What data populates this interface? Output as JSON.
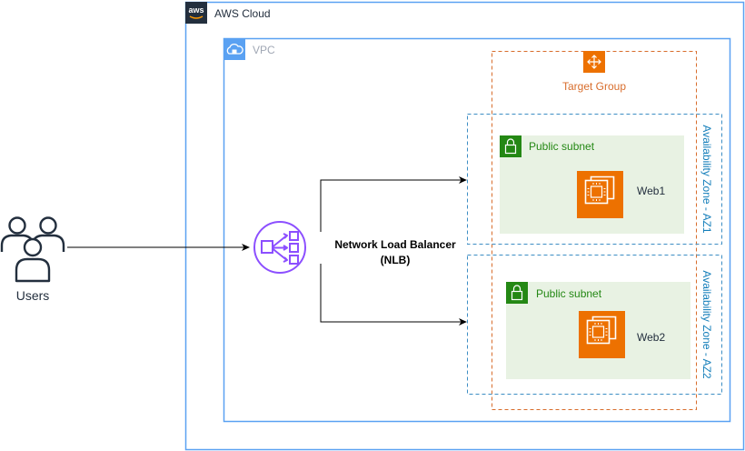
{
  "diagram": {
    "aws_cloud": {
      "label": "AWS Cloud",
      "icon": "aws-logo-icon"
    },
    "vpc": {
      "label": "VPC",
      "icon": "cloud-lock-icon"
    },
    "target_group": {
      "label": "Target Group",
      "icon": "target-group-icon"
    },
    "users": {
      "label": "Users",
      "icon": "users-icon"
    },
    "nlb": {
      "label_line1": "Network Load Balancer",
      "label_line2": "(NLB)",
      "icon": "network-load-balancer-icon"
    },
    "az1": {
      "label": "Availability Zone - AZ1"
    },
    "az2": {
      "label": "Availability Zone - AZ2"
    },
    "subnet1": {
      "label": "Public subnet",
      "icon": "padlock-icon"
    },
    "subnet2": {
      "label": "Public subnet",
      "icon": "padlock-icon"
    },
    "web1": {
      "label": "Web1",
      "icon": "ec2-instance-icon"
    },
    "web2": {
      "label": "Web2",
      "icon": "ec2-instance-icon"
    }
  },
  "colors": {
    "cloud_border": "#5aa1f2",
    "aws_badge": "#232f3e",
    "vpc_border": "#5aa1f2",
    "vpc_text": "#a0a7b4",
    "target_group_border": "#d86d2c",
    "target_group_text": "#d86d2c",
    "az_border": "#3d8ec4",
    "az_text": "#147eba",
    "subnet_fill": "#e8f2e3",
    "subnet_text": "#248814",
    "subnet_badge": "#248814",
    "ec2": "#ed7100",
    "nlb": "#8c4fff",
    "users": "#232f3e",
    "lines": "#000000"
  }
}
